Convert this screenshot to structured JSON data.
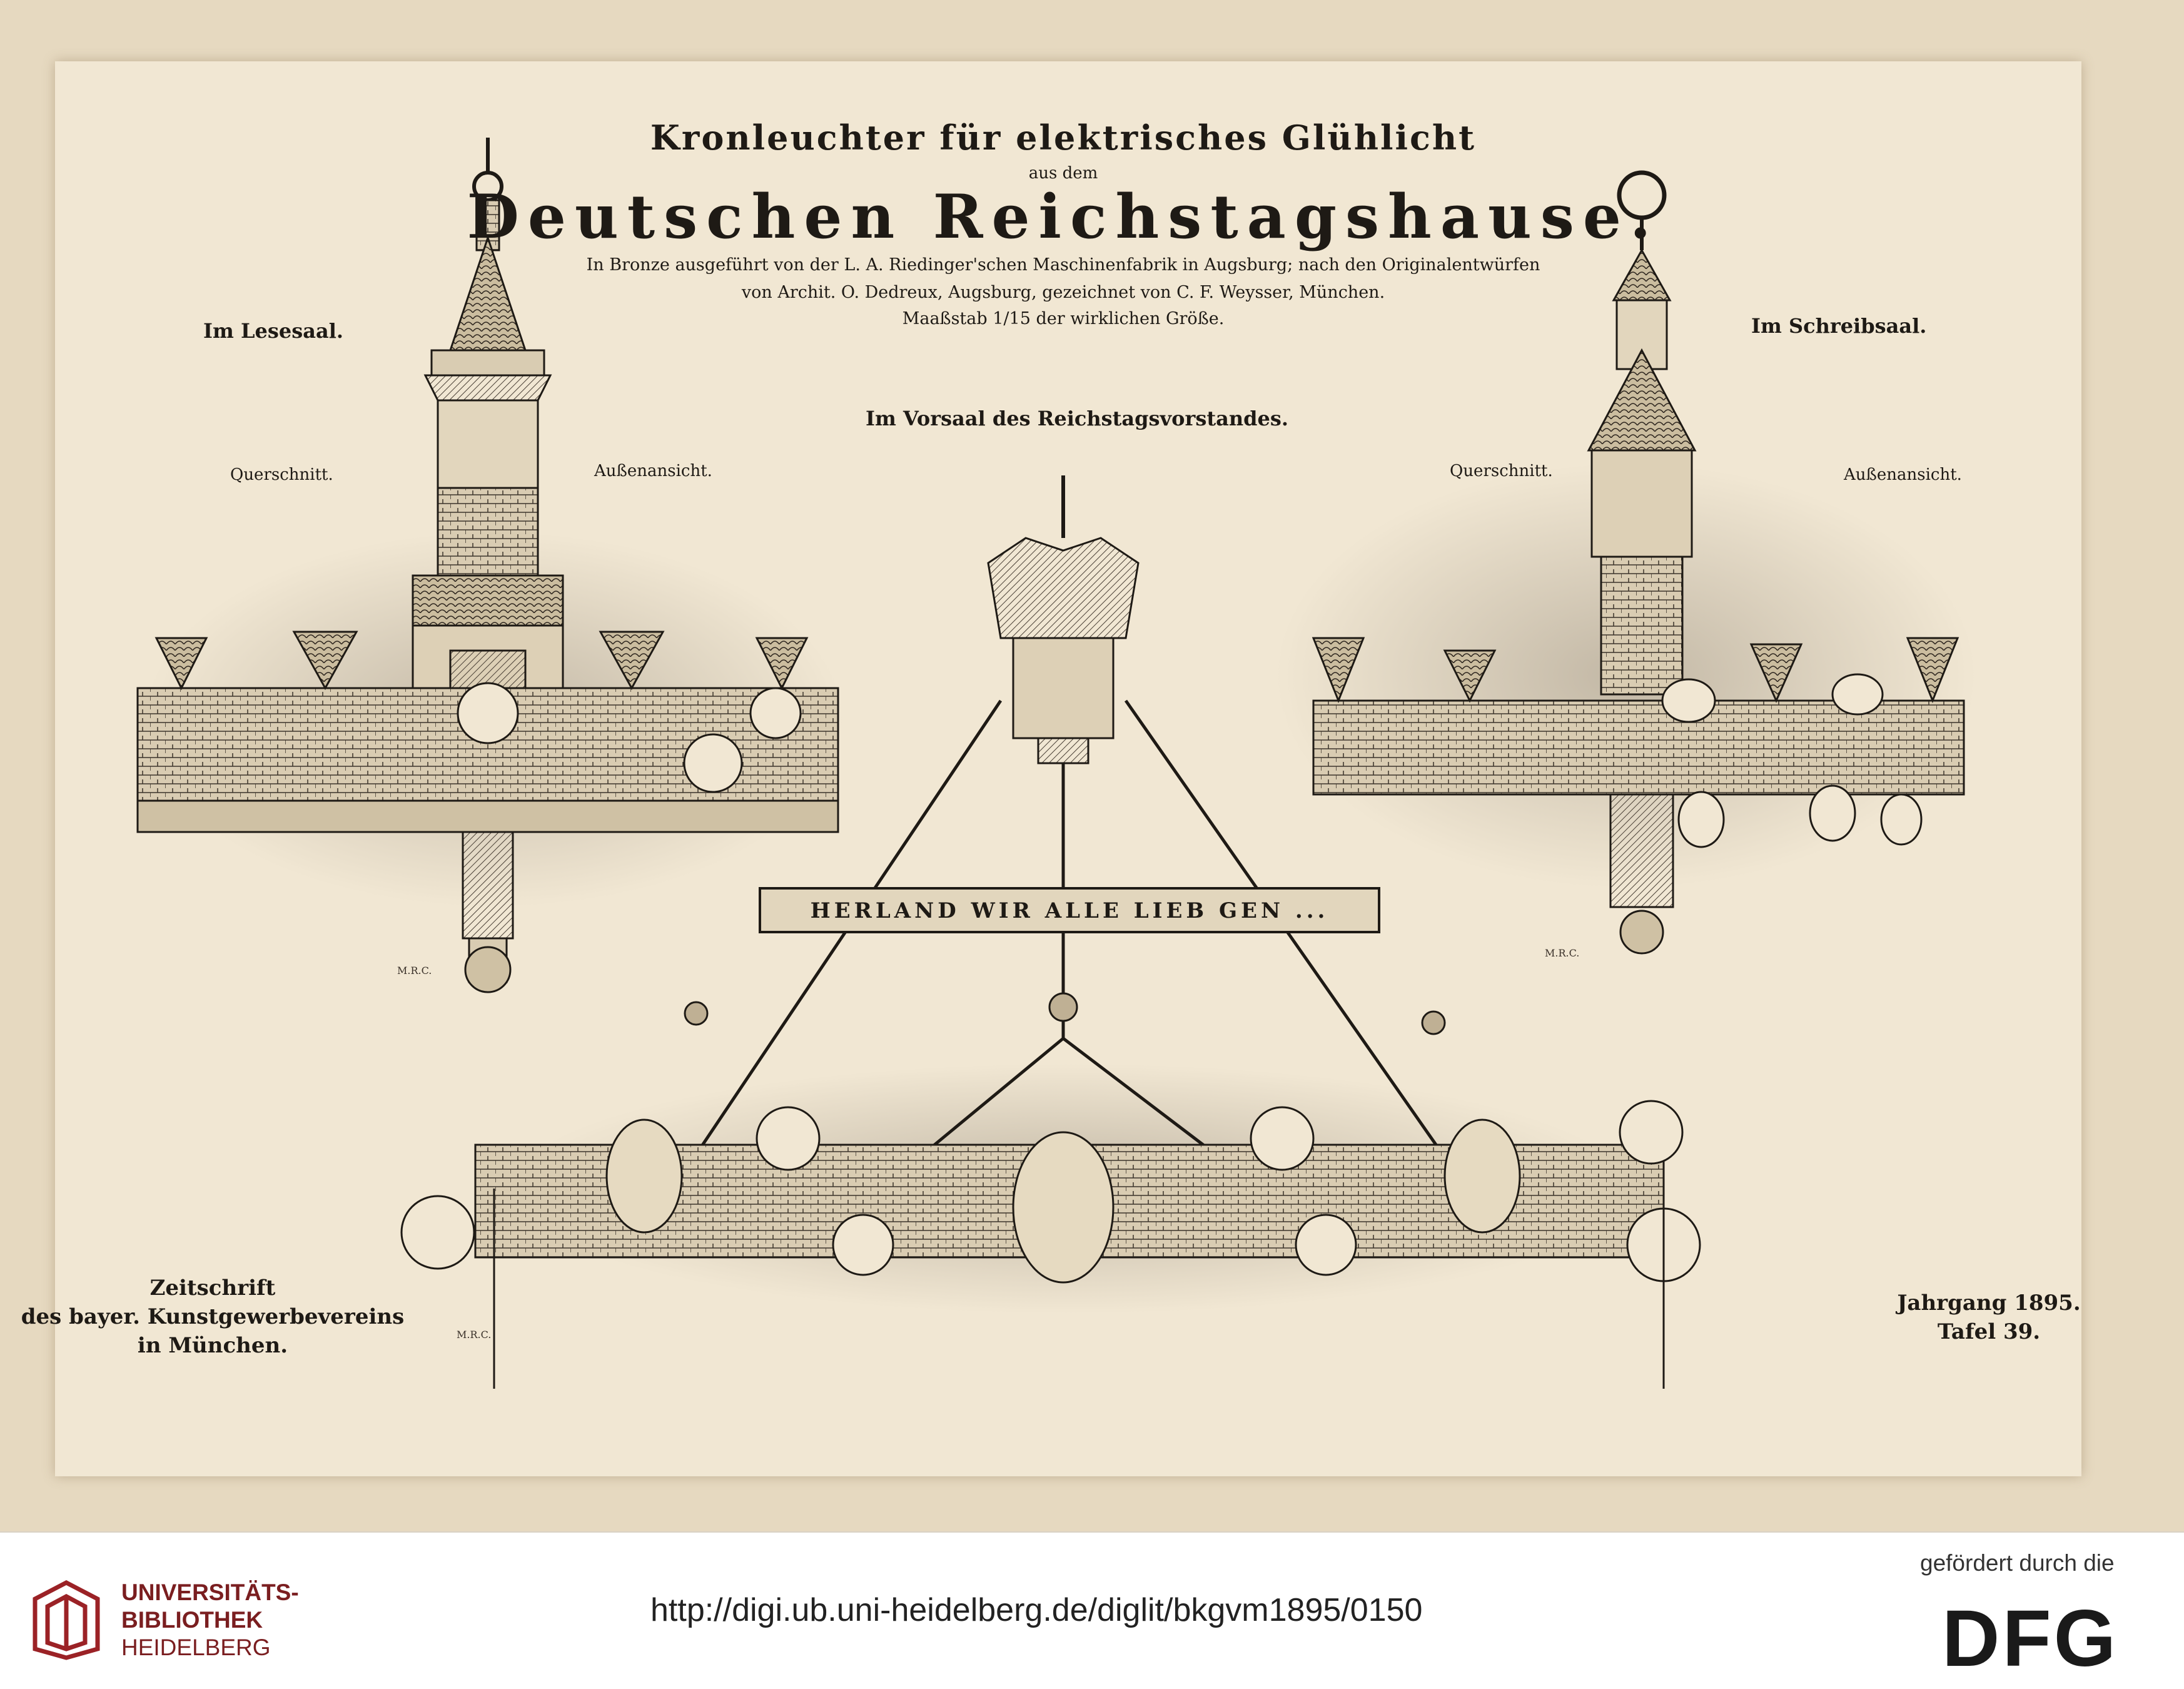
{
  "plate": {
    "title_line1": "Kronleuchter für elektrisches Glühlicht",
    "title_connector": "aus dem",
    "title_line2": "Deutschen Reichstagshause.",
    "credit_line1": "In Bronze ausgeführt von der L. A. Riedinger'schen Maschinenfabrik in Augsburg; nach den Originalentwürfen",
    "credit_line2": "von Archit. O. Dedreux, Augsburg, gezeichnet von C. F. Weysser, München.",
    "credit_line3": "Maaßstab 1/15 der wirklichen Größe.",
    "left_title": "Im Lesesaal.",
    "right_title": "Im Schreibsaal.",
    "center_title": "Im Vorsaal des Reichstagsvorstandes.",
    "left_label_section": "Querschnitt.",
    "left_label_exterior": "Außenansicht.",
    "right_label_section": "Querschnitt.",
    "right_label_exterior": "Außenansicht.",
    "ring_inscription": "HERLAND WIR ALLE LIEB GEN ... ",
    "artist_mark": "M.R.C.",
    "journal_line1": "Zeitschrift",
    "journal_line2": "des bayer. Kunstgewerbevereins",
    "journal_line3": "in München.",
    "year_line": "Jahrgang 1895.",
    "plate_number": "Tafel 39."
  },
  "footer": {
    "library_line1": "UNIVERSITÄTS-",
    "library_line2": "BIBLIOTHEK",
    "library_line3": "HEIDELBERG",
    "url": "http://digi.ub.uni-heidelberg.de/diglit/bkgvm1895/0150",
    "funder_note": "gefördert durch die",
    "funder_logo_text": "DFG"
  },
  "colors": {
    "paper": "#f1e7d3",
    "ink": "#1e1a15",
    "library_red": "#7a1e20"
  }
}
